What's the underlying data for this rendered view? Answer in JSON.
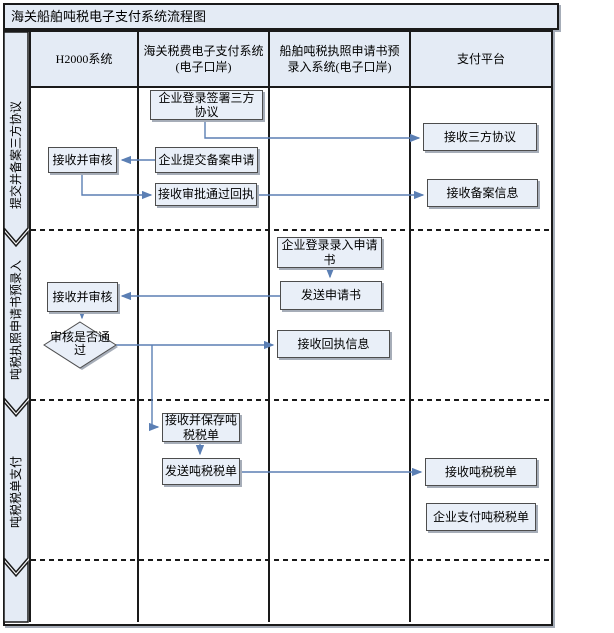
{
  "title": "海关船舶吨税电子支付系统流程图",
  "colors": {
    "lane_fill": "#e4ebf5",
    "node_fill": "#e9eff8",
    "line": "#1a1a1a",
    "arrow": "#5b7fb4",
    "shadow": "#a6adb8"
  },
  "lanes": {
    "columns": [
      "H2000系统",
      "海关税费电子支付系统(电子口岸)",
      "船舶吨税执照申请书预录入系统(电子口岸)",
      "支付平台"
    ],
    "sections": [
      "提交并备案三方协议",
      "吨税执照申请书预录入",
      "吨税税单支付"
    ]
  },
  "nodes": {
    "login_sign_agreement": "企业登录签署三方协议",
    "receive_review_1": "接收并审核",
    "submit_filing": "企业提交备案申请",
    "receive_approval_receipt": "接收审批通过回执",
    "receive_agreement": "接收三方协议",
    "receive_filing_info": "接收备案信息",
    "login_enter_application": "企业登录录入申请书",
    "send_application": "发送申请书",
    "receive_review_2": "接收并审核",
    "review_pass_decision": "审核是否通过",
    "receive_receipt_info": "接收回执信息",
    "receive_save_tonnage_bill": "接收并保存吨税税单",
    "send_tonnage_bill": "发送吨税税单",
    "receive_tonnage_bill": "接收吨税税单",
    "pay_tonnage_bill": "企业支付吨税税单"
  }
}
